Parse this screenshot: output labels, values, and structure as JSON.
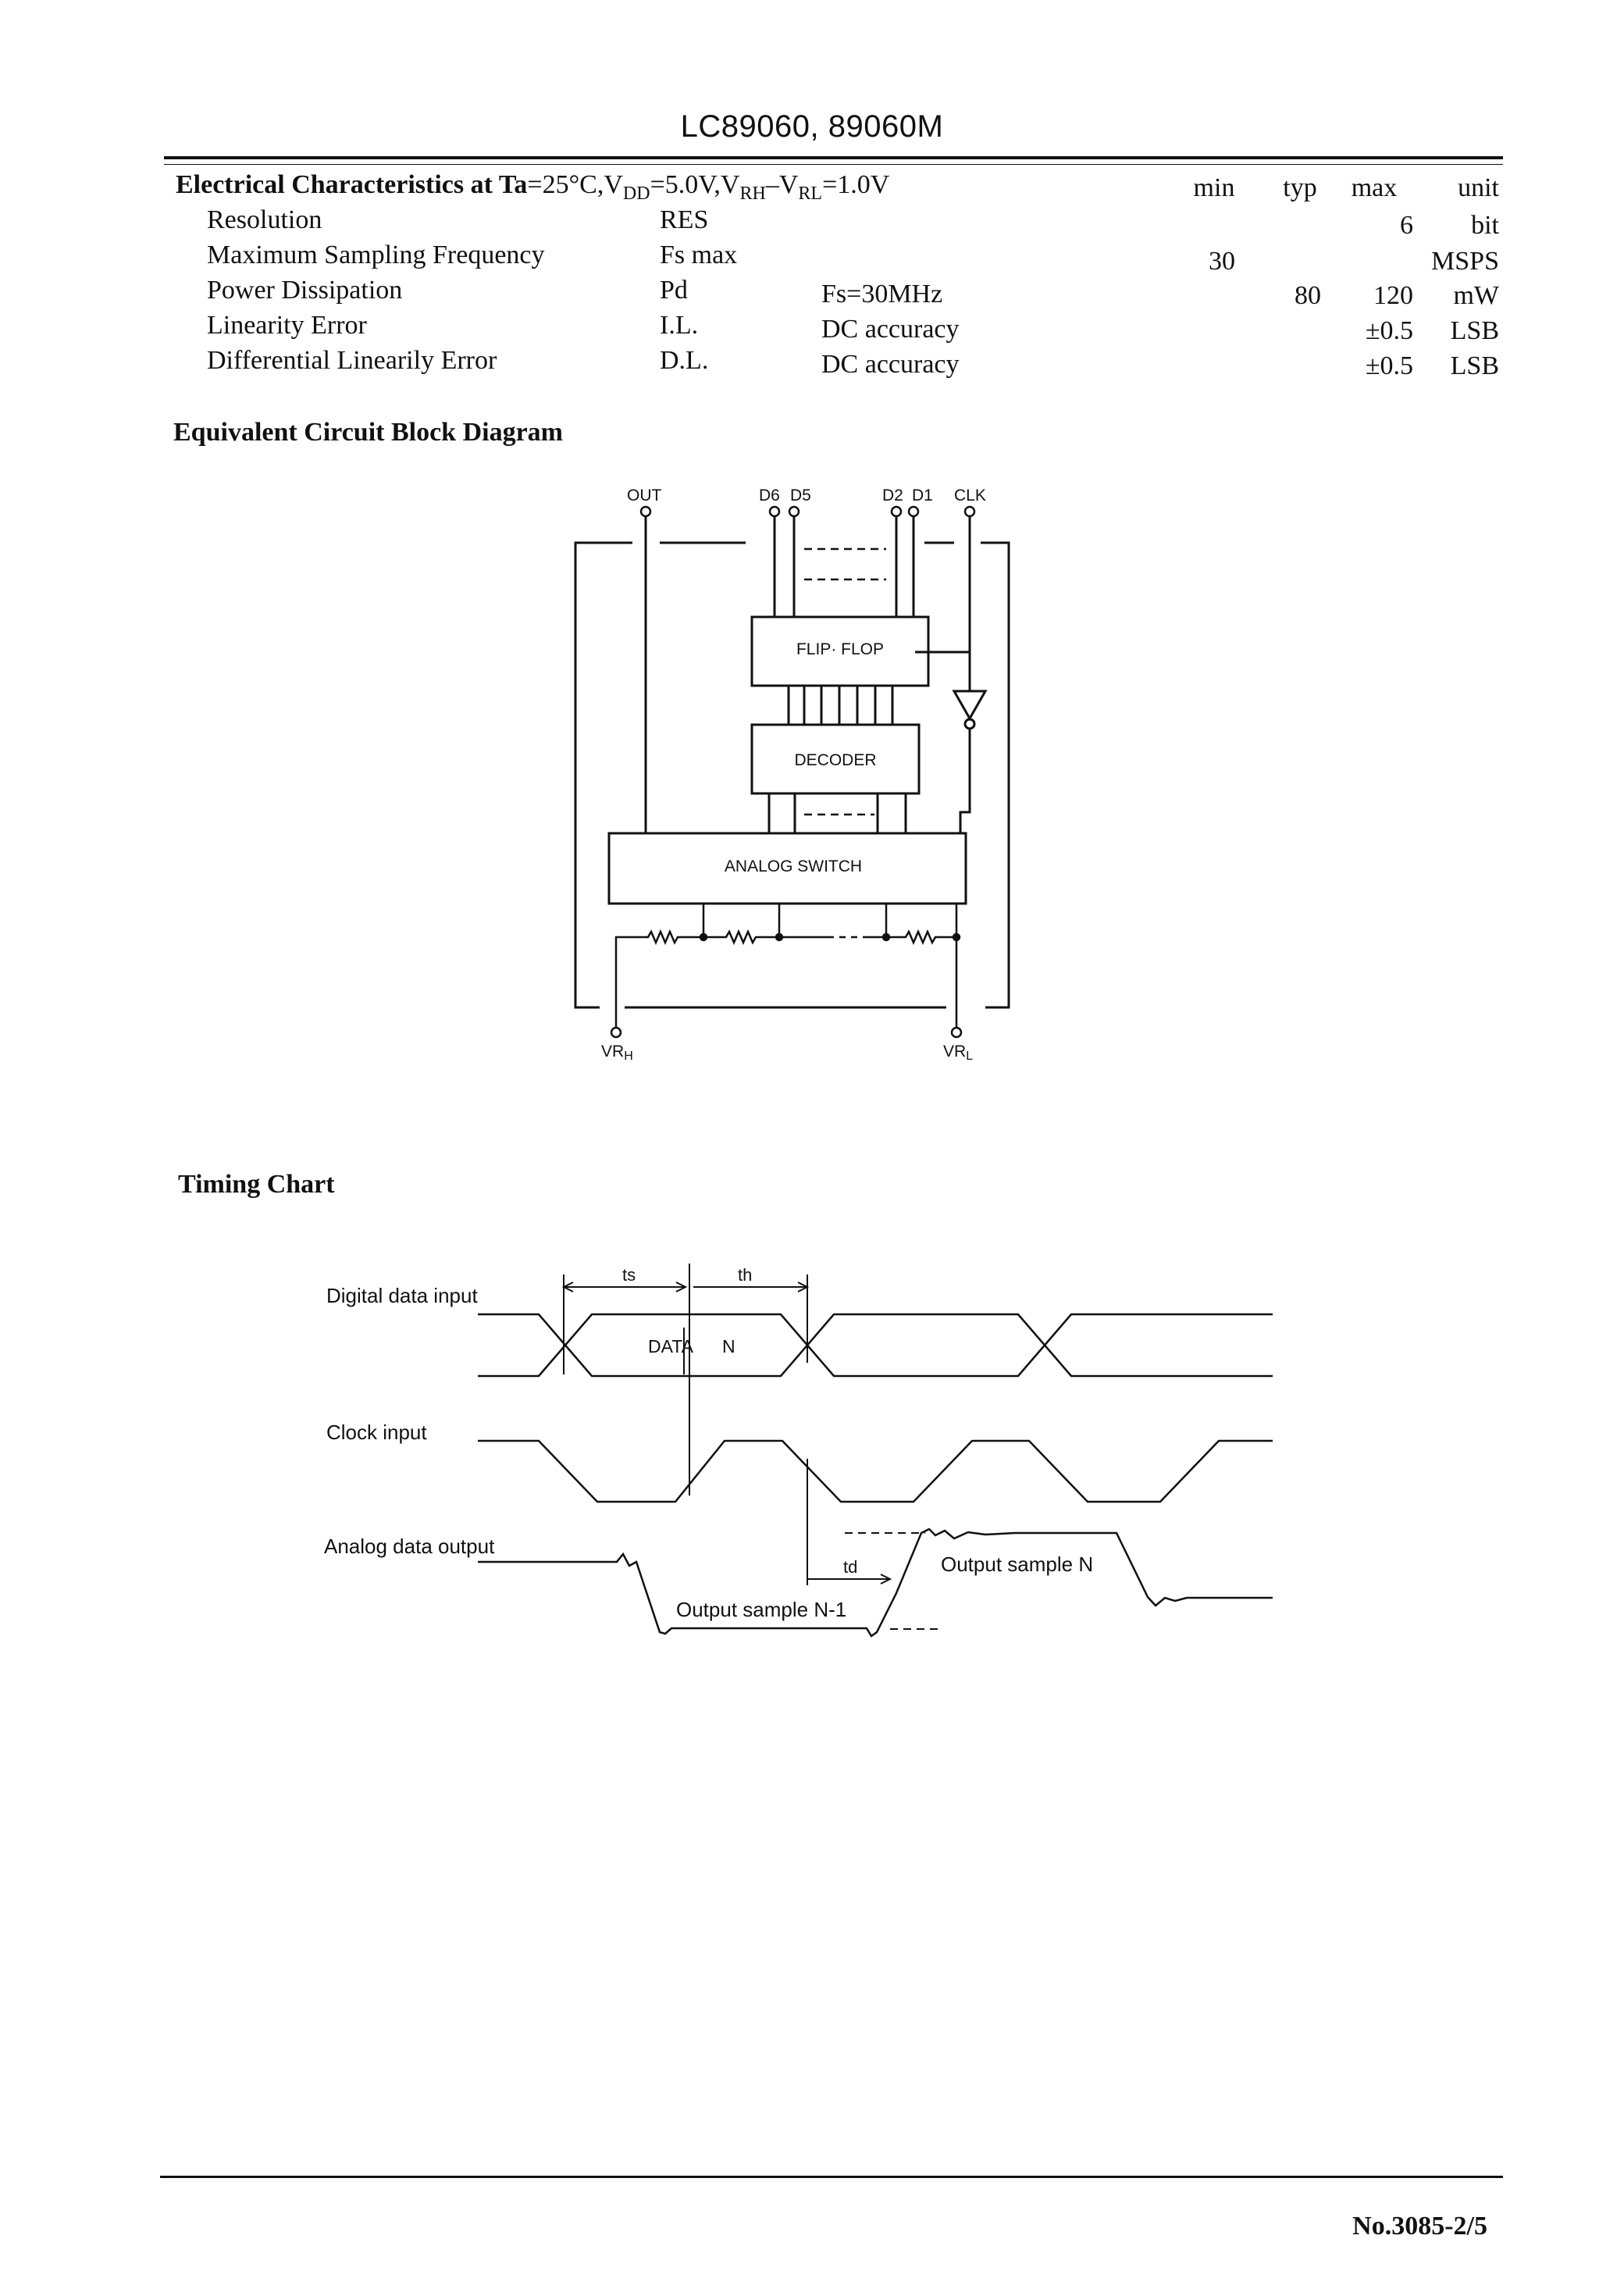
{
  "header": {
    "part_number": "LC89060, 89060M"
  },
  "electrical": {
    "title_prefix": "Electrical Characteristics at Ta",
    "title_conditions": "=25°C,V",
    "vdd_sub": "DD",
    "cond2": "=5.0V,V",
    "vrh_sub": "RH",
    "cond3": "–V",
    "vrl_sub": "RL",
    "cond4": "=1.0V",
    "columns": {
      "min": "min",
      "typ": "typ",
      "max": "max",
      "unit": "unit"
    },
    "rows": [
      {
        "parameter": "Resolution",
        "symbol": "RES",
        "condition": "",
        "min": "",
        "typ": "",
        "max": "6",
        "unit": "bit"
      },
      {
        "parameter": "Maximum Sampling Frequency",
        "symbol": "Fs max",
        "condition": "",
        "min": "30",
        "typ": "",
        "max": "",
        "unit": "MSPS"
      },
      {
        "parameter": "Power Dissipation",
        "symbol": "Pd",
        "condition": "Fs=30MHz",
        "min": "",
        "typ": "80",
        "max": "120",
        "unit": "mW"
      },
      {
        "parameter": "Linearity Error",
        "symbol": "I.L.",
        "condition": "DC accuracy",
        "min": "",
        "typ": "",
        "max": "±0.5",
        "unit": "LSB"
      },
      {
        "parameter": "Differential Linearily Error",
        "symbol": "D.L.",
        "condition": "DC accuracy",
        "min": "",
        "typ": "",
        "max": "±0.5",
        "unit": "LSB"
      }
    ]
  },
  "block_diagram": {
    "title": "Equivalent Circuit Block Diagram",
    "pins": {
      "out": "OUT",
      "d6": "D6",
      "d5": "D5",
      "d2": "D2",
      "d1": "D1",
      "clk": "CLK",
      "vrh": "VR",
      "vrh_sub": "H",
      "vrl": "VR",
      "vrl_sub": "L"
    },
    "blocks": {
      "flip_flop": "FLIP· FLOP",
      "decoder": "DECODER",
      "analog_switch": "ANALOG  SWITCH"
    }
  },
  "timing_chart": {
    "title": "Timing Chart",
    "signals": {
      "digital": "Digital data input",
      "clock": "Clock input",
      "analog": "Analog data output"
    },
    "labels": {
      "ts": "ts",
      "th": "th",
      "td": "td",
      "data": "DATA",
      "n": "N",
      "sample_n": "Output sample N",
      "sample_n1": "Output sample N-1"
    }
  },
  "footer": {
    "page_number": "No.3085-2/5"
  }
}
